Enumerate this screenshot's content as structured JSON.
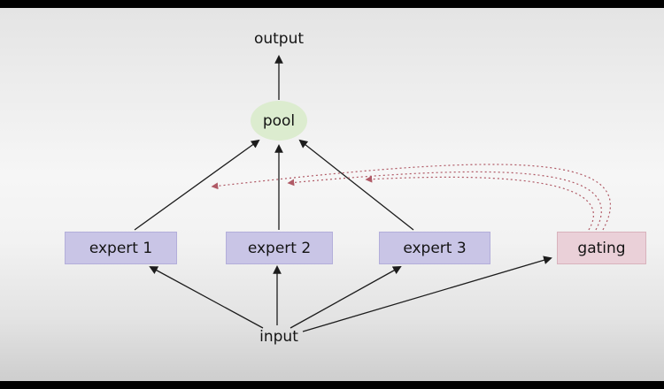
{
  "diagram": {
    "nodes": {
      "output": "output",
      "pool": "pool",
      "expert1": "expert 1",
      "expert2": "expert 2",
      "expert3": "expert 3",
      "gating": "gating",
      "input": "input"
    },
    "colors": {
      "expert_fill": "#c9c5e6",
      "expert_border": "#b3aeda",
      "gating_fill": "#ead0d8",
      "gating_border": "#d8b2bc",
      "pool_fill": "#dceccf",
      "solid_edge": "#1c1c1c",
      "gating_edge": "#b05a66",
      "letterbox": "#000000"
    },
    "edges": {
      "solid": [
        "input→expert 1",
        "input→expert 2",
        "input→expert 3",
        "input→gating",
        "expert 1→pool",
        "expert 2→pool",
        "expert 3→pool",
        "pool→output"
      ],
      "dotted": [
        "gating⇢(expert 1→pool)",
        "gating⇢(expert 2→pool)",
        "gating⇢(expert 3→pool)"
      ]
    }
  }
}
